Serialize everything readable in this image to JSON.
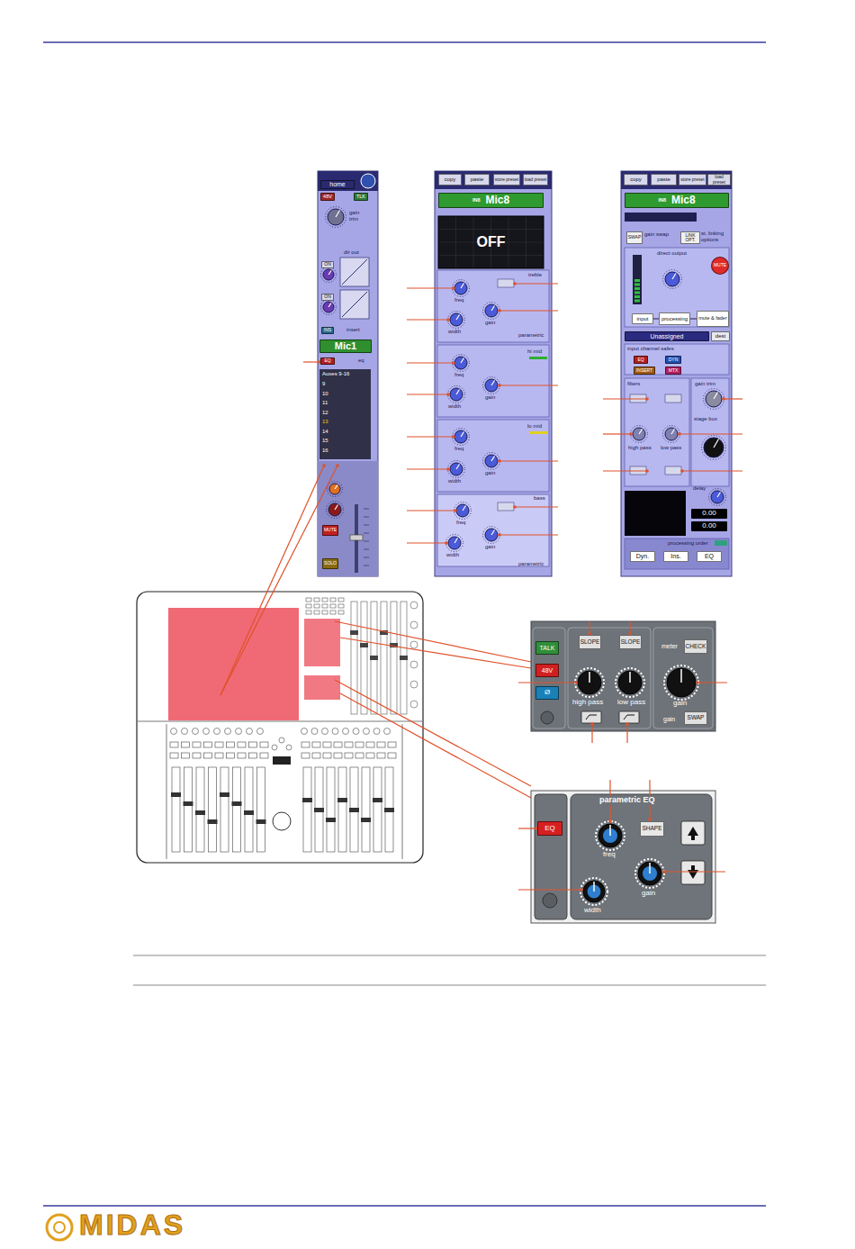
{
  "diagram": {
    "nodes": [
      {
        "text": [
          "home"
        ]
      },
      {
        "text": [
          "48V"
        ]
      },
      {
        "text": [
          "TLK"
        ]
      },
      {
        "text": [
          "ON"
        ]
      },
      {
        "text": [
          "ON"
        ]
      },
      {
        "text": [
          "INS"
        ]
      },
      {
        "text": [
          "Mic1"
        ]
      },
      {
        "text": [
          "EQ"
        ]
      },
      {
        "text": [
          "MUTE"
        ]
      },
      {
        "text": [
          "SOLO"
        ]
      },
      {
        "text": [
          "copy"
        ]
      },
      {
        "text": [
          "paste"
        ]
      },
      {
        "text": [
          "store preset"
        ]
      },
      {
        "text": [
          "load preset"
        ]
      },
      {
        "text": [
          "IN8",
          "Mic8"
        ]
      },
      {
        "text": [
          "OFF"
        ]
      },
      {
        "text": [
          "copy"
        ]
      },
      {
        "text": [
          "paste"
        ]
      },
      {
        "text": [
          "store preset"
        ]
      },
      {
        "text": [
          "load preset"
        ]
      },
      {
        "text": [
          "IN8",
          "Mic8"
        ]
      },
      {
        "text": [
          "SWAP"
        ]
      },
      {
        "text": [
          "LINK OPT."
        ]
      },
      {
        "text": [
          "MUTE"
        ]
      },
      {
        "text": [
          "input"
        ]
      },
      {
        "text": [
          "processing"
        ]
      },
      {
        "text": [
          "mute & fader"
        ]
      },
      {
        "text": [
          "Unassigned"
        ]
      },
      {
        "text": [
          "dest"
        ]
      },
      {
        "text": [
          "EQ"
        ]
      },
      {
        "text": [
          "DYN"
        ]
      },
      {
        "text": [
          "INSERT"
        ]
      },
      {
        "text": [
          "MTX"
        ]
      },
      {
        "text": [
          "0.00"
        ]
      },
      {
        "text": [
          "0.00"
        ]
      },
      {
        "text": [
          "Dyn."
        ]
      },
      {
        "text": [
          "Ins."
        ]
      },
      {
        "text": [
          "EQ"
        ]
      },
      {
        "text": [
          "TALK"
        ]
      },
      {
        "text": [
          "48V"
        ]
      },
      {
        "text": [
          "Ø"
        ]
      },
      {
        "text": [
          "SLOPE"
        ]
      },
      {
        "text": [
          "SLOPE"
        ]
      },
      {
        "text": [
          "CHECK"
        ]
      },
      {
        "text": [
          "SWAP"
        ]
      },
      {
        "text": [
          "EQ"
        ]
      },
      {
        "text": [
          "SHAPE"
        ]
      }
    ],
    "labels": [
      "gain trim",
      "dir out",
      "insert",
      "eq",
      "Auxes 9-16",
      "9",
      "10",
      "11",
      "12",
      "13",
      "14",
      "15",
      "16",
      "treble",
      "freq",
      "gain",
      "width",
      "parametric",
      "hi mid",
      "freq",
      "gain",
      "width",
      "lo mid",
      "freq",
      "gain",
      "width",
      "bass",
      "freq",
      "gain",
      "width",
      "parametric",
      "gain swap",
      "st. linking options",
      "direct output",
      "input channel safes",
      "filters",
      "gain trim",
      "high pass",
      "low pass",
      "stage box",
      "delay",
      "processing order",
      "high pass",
      "low pass",
      "meter",
      "gain",
      "gain",
      "parametric EQ",
      "freq",
      "gain",
      "width",
      "MIDAS"
    ]
  }
}
